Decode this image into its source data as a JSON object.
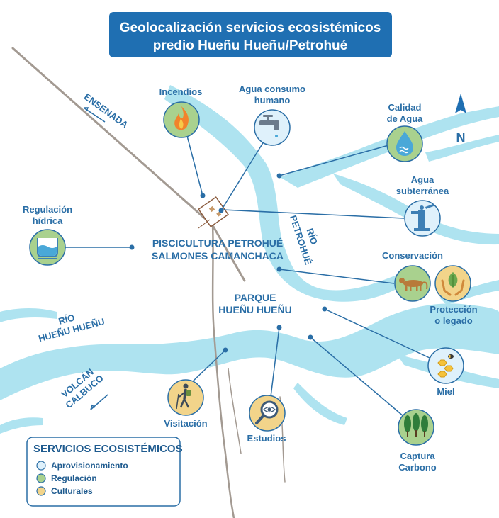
{
  "title": {
    "line1": "Geolocalización servicios ecosistémicos",
    "line2": "predio Hueñu Hueñu/Petrohué"
  },
  "north": {
    "label": "N"
  },
  "places": {
    "ensenada": "ENSENADA",
    "rio_petrohue_1": "RÍO",
    "rio_petrohue_2": "PETROHUÉ",
    "rio_huenu_1": "RÍO",
    "rio_huenu_2": "HUEÑU HUEÑU",
    "volcan_1": "VOLCÁN",
    "volcan_2": "CALBUCO",
    "piscicultura_1": "PISCICULTURA PETROHUÉ",
    "piscicultura_2": "SALMONES CAMANCHACA",
    "parque_1": "PARQUE",
    "parque_2": "HUEÑU HUEÑU"
  },
  "services": {
    "incendios": {
      "label": "Incendios",
      "category": "regulacion",
      "icon": "fire-icon"
    },
    "agua_consumo": {
      "label1": "Agua consumo",
      "label2": "humano",
      "category": "aprovisionamiento",
      "icon": "faucet-icon"
    },
    "calidad_agua": {
      "label1": "Calidad",
      "label2": "de Agua",
      "category": "regulacion",
      "icon": "water-drop-icon"
    },
    "agua_subterranea": {
      "label1": "Agua",
      "label2": "subterránea",
      "category": "aprovisionamiento",
      "icon": "water-pump-icon"
    },
    "regulacion_hidrica": {
      "label1": "Regulación",
      "label2": "hídrica",
      "category": "regulacion",
      "icon": "water-level-icon"
    },
    "conservacion": {
      "label": "Conservación",
      "category": "regulacion",
      "icon": "puma-icon"
    },
    "proteccion": {
      "label1": "Protección",
      "label2": "o legado",
      "category": "culturales",
      "icon": "hands-leaf-icon"
    },
    "miel": {
      "label": "Miel",
      "category": "aprovisionamiento",
      "icon": "honeycomb-bee-icon"
    },
    "captura_carbono": {
      "label1": "Captura",
      "label2": "Carbono",
      "category": "regulacion",
      "icon": "trees-icon"
    },
    "estudios": {
      "label": "Estudios",
      "category": "culturales",
      "icon": "magnifier-eye-icon"
    },
    "visitacion": {
      "label": "Visitación",
      "category": "culturales",
      "icon": "hiker-icon"
    }
  },
  "legend": {
    "title": "SERVICIOS ECOSISTÉMICOS",
    "items": [
      {
        "label": "Aprovisionamiento",
        "color": "#dff1fb"
      },
      {
        "label": "Regulación",
        "color": "#a9d18e"
      },
      {
        "label": "Culturales",
        "color": "#f2d48a"
      }
    ]
  },
  "colors": {
    "title_bg": "#1f6fb2",
    "river": "#aee3f0",
    "road": "#a39a92",
    "label": "#2a6ea6",
    "line": "#2a6ea6",
    "provisioning": "#dff1fb",
    "regulation": "#a9d18e",
    "cultural": "#f2d48a"
  }
}
